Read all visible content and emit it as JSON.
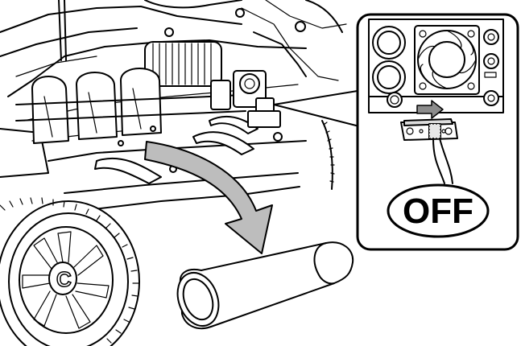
{
  "callout": {
    "switch_state_label": "OFF"
  },
  "colors": {
    "line": "#000000",
    "background": "#ffffff",
    "arrow_fill": "#bdbdbd",
    "switch_arrow_fill": "#8c8c8c",
    "battery_fill": "#ffffff"
  },
  "icons": {
    "removal_arrow": "curved-arrow-down-right",
    "switch_direction_arrow": "arrow-right",
    "cooling_fan": "fan-icon"
  }
}
